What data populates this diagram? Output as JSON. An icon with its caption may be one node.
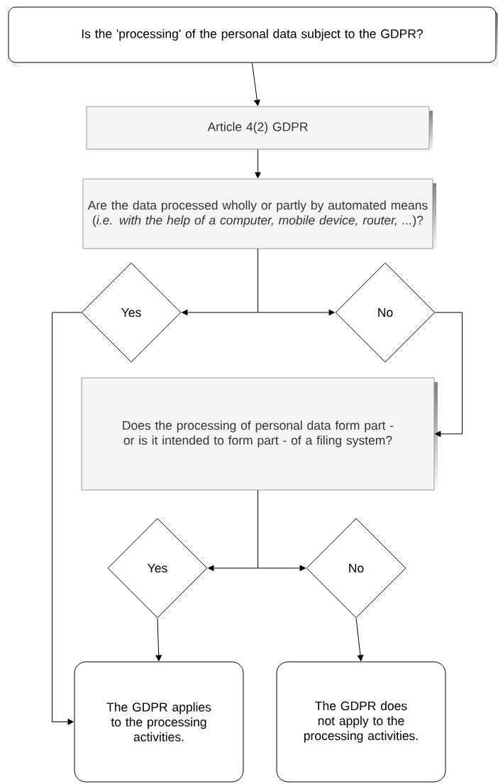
{
  "diagram": {
    "nodes": [
      {
        "text": [
          "Is the 'processing' of the personal data subject to the GDPR?"
        ]
      },
      {
        "text": [
          "Article 4(2) GDPR"
        ]
      },
      {
        "text": [
          "Are the data processed wholly or partly by automated means (*i.e. with the help of a computer, mobile device, router, ...*)?"
        ]
      },
      {
        "text": [
          "Yes"
        ]
      },
      {
        "text": [
          "No"
        ]
      },
      {
        "text": [
          "Does the processing of personal data form part - or is it intended to form part - of a filing system?"
        ]
      },
      {
        "text": [
          "Yes"
        ]
      },
      {
        "text": [
          "No"
        ]
      },
      {
        "text": [
          "The GDPR applies to the processing activities."
        ]
      },
      {
        "text": [
          "The GDPR does not apply to the processing activities."
        ]
      }
    ],
    "edges": [
      {
        "from": 0,
        "to": 1,
        "arrow": "to"
      },
      {
        "from": 1,
        "to": 2,
        "arrow": "to"
      },
      {
        "from": 2,
        "to": 3,
        "arrow": "to"
      },
      {
        "from": 2,
        "to": 4,
        "arrow": "to"
      },
      {
        "from": 3,
        "to": 8,
        "arrow": "to"
      },
      {
        "from": 4,
        "to": 5,
        "arrow": "to"
      },
      {
        "from": 5,
        "to": 6,
        "arrow": "to"
      },
      {
        "from": 5,
        "to": 7,
        "arrow": "to"
      },
      {
        "from": 6,
        "to": 8,
        "arrow": "to"
      },
      {
        "from": 7,
        "to": 9,
        "arrow": "to"
      }
    ]
  }
}
